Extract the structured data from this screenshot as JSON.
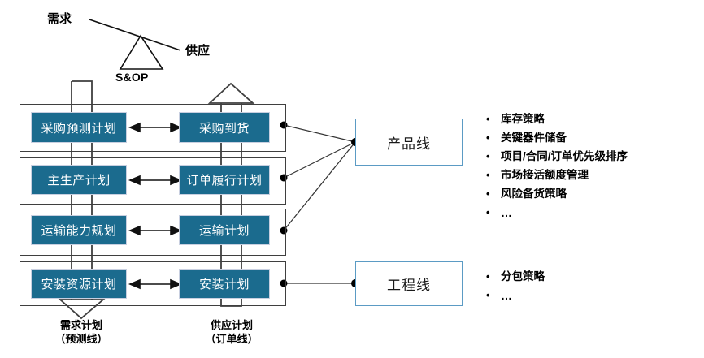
{
  "diagram": {
    "balance": {
      "left_label": "需求",
      "right_label": "供应",
      "fulcrum_label": "S&OP"
    },
    "rows": [
      {
        "left": "采购预测计划",
        "right": "采购到货"
      },
      {
        "left": "主生产计划",
        "right": "订单履行计划"
      },
      {
        "left": "运输能力规划",
        "right": "运输计划"
      },
      {
        "left": "安装资源计划",
        "right": "安装计划"
      }
    ],
    "line_boxes": [
      {
        "label": "产品线"
      },
      {
        "label": "工程线"
      }
    ],
    "bullet_groups": [
      {
        "marker": "•",
        "items": [
          "库存策略",
          "关键器件储备",
          "项目/合同/订单优先级排序",
          "市场接活额度管理",
          "风险备货策略",
          "…"
        ]
      },
      {
        "marker": "•",
        "items": [
          "分包策略",
          "…"
        ]
      }
    ],
    "captions": {
      "demand_plan_line1": "需求计划",
      "demand_plan_line2": "（预测线）",
      "supply_plan_line1": "供应计划",
      "supply_plan_line2": "（订单线）"
    },
    "colors": {
      "process_fill": "#1b6b8e",
      "process_text": "#ffffff",
      "line_box_border": "#5b9bc4",
      "row_frame": "#3f3f3f",
      "connector": "#333333"
    }
  }
}
